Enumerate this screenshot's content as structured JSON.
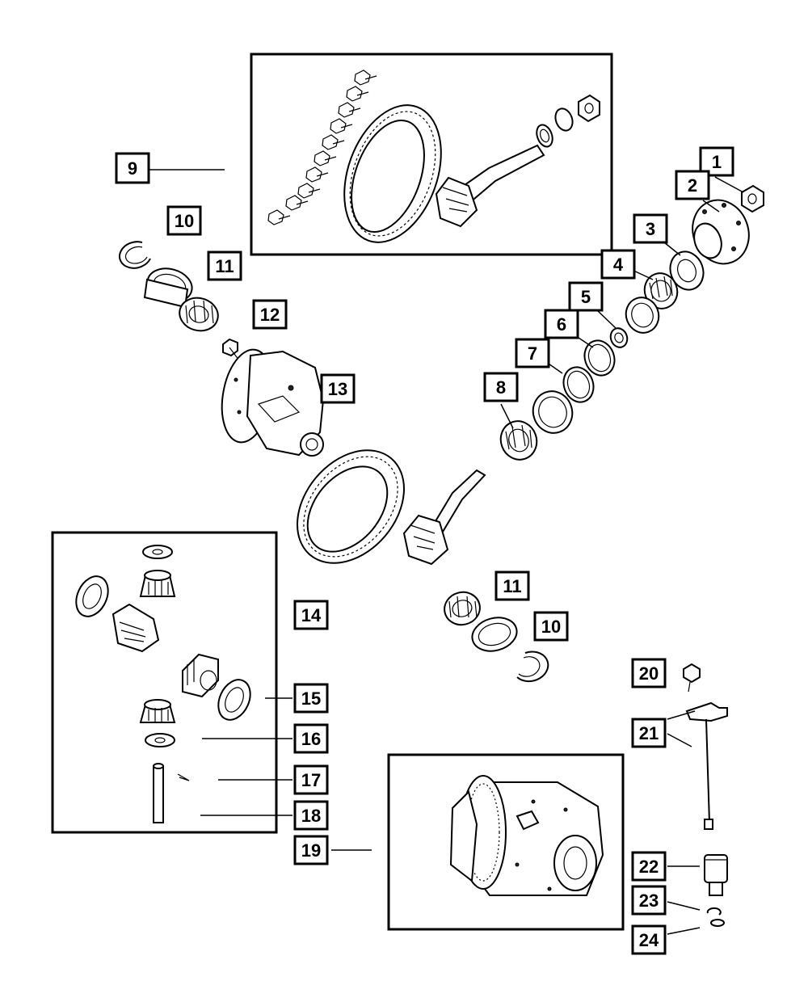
{
  "callouts": [
    {
      "id": "c1",
      "label": "1"
    },
    {
      "id": "c2",
      "label": "2"
    },
    {
      "id": "c3",
      "label": "3"
    },
    {
      "id": "c4",
      "label": "4"
    },
    {
      "id": "c5",
      "label": "5"
    },
    {
      "id": "c6",
      "label": "6"
    },
    {
      "id": "c7",
      "label": "7"
    },
    {
      "id": "c8",
      "label": "8"
    },
    {
      "id": "c9",
      "label": "9"
    },
    {
      "id": "c10a",
      "label": "10"
    },
    {
      "id": "c11a",
      "label": "11"
    },
    {
      "id": "c12",
      "label": "12"
    },
    {
      "id": "c13",
      "label": "13"
    },
    {
      "id": "c11b",
      "label": "11"
    },
    {
      "id": "c10b",
      "label": "10"
    },
    {
      "id": "c14",
      "label": "14"
    },
    {
      "id": "c15",
      "label": "15"
    },
    {
      "id": "c16",
      "label": "16"
    },
    {
      "id": "c17",
      "label": "17"
    },
    {
      "id": "c18",
      "label": "18"
    },
    {
      "id": "c19",
      "label": "19"
    },
    {
      "id": "c20",
      "label": "20"
    },
    {
      "id": "c21",
      "label": "21"
    },
    {
      "id": "c22",
      "label": "22"
    },
    {
      "id": "c23",
      "label": "23"
    },
    {
      "id": "c24",
      "label": "24"
    }
  ]
}
